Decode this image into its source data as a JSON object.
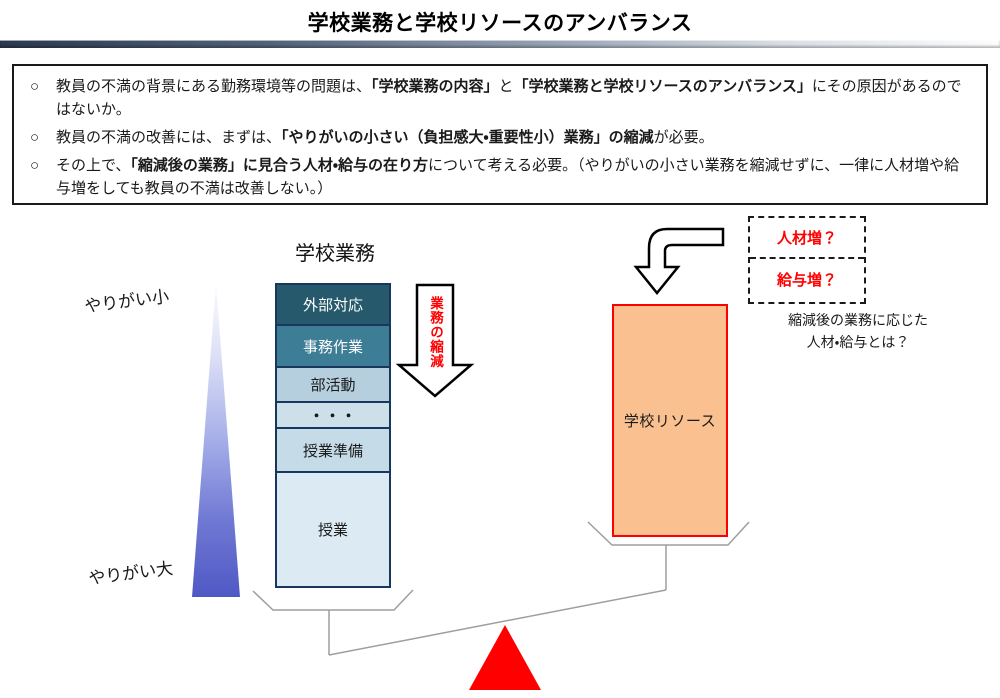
{
  "title": "学校業務と学校リソースのアンバランス",
  "intro": {
    "bullet_marker": "○",
    "bullets": [
      {
        "parts": [
          "教員の不満の背景にある勤務環境等の問題は、",
          "「学校業務の内容」",
          "と",
          "「学校業務と学校リソースのアンバランス」",
          "にその原因があるのではないか。"
        ]
      },
      {
        "parts": [
          "教員の不満の改善には、まずは、",
          "「やりがいの小さい（負担感大・重要性小）業務」の縮減",
          "が必要。"
        ]
      },
      {
        "parts": [
          "その上で、",
          "「縮減後の業務」に見合う人材・給与の在り方",
          "について考える必要。（やりがいの小さい業務を縮減せずに、一律に人材増や給与増をしても教員の不満は改善しない。）"
        ]
      }
    ]
  },
  "axis": {
    "top_label": "やりがい小",
    "bottom_label": "やりがい大"
  },
  "work": {
    "title": "学校業務",
    "shrink_arrow_label": "業務の縮減",
    "segments": [
      {
        "label": "外部対応",
        "color": "#26596B"
      },
      {
        "label": "事務作業",
        "color": "#3D7D95"
      },
      {
        "label": "部活動",
        "color": "#B5CFDE"
      },
      {
        "label": "・・・",
        "color": "#CDE0EA"
      },
      {
        "label": "授業準備",
        "color": "#C6DBE8"
      },
      {
        "label": "授業",
        "color": "#DCEAF3"
      }
    ]
  },
  "resource": {
    "label": "学校リソース",
    "fill_color": "#FAC090",
    "border_color": "#FF0000"
  },
  "options": {
    "items": [
      {
        "label": "人材増？"
      },
      {
        "label": "給与増？"
      }
    ],
    "note_line1": "縮減後の業務に応じた",
    "note_line2": "人材・給与とは？"
  },
  "colors": {
    "accent_red": "#FF0000",
    "bar_border_navy": "#17375E",
    "beam_gray": "#9E9E9E",
    "triangle_gradient_bottom": "#5058C4"
  }
}
